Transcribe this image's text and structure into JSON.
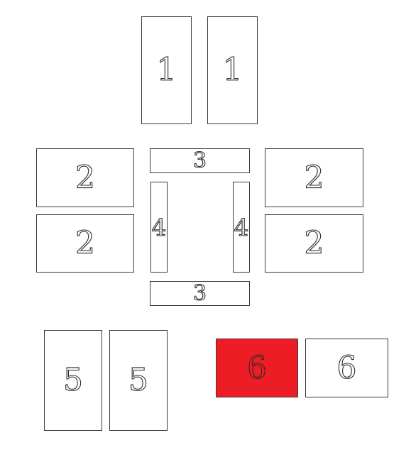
{
  "highlight_color": "#ee1c25",
  "pieces": [
    {
      "id": "1a",
      "label": "1",
      "highlighted": false
    },
    {
      "id": "1b",
      "label": "1",
      "highlighted": false
    },
    {
      "id": "2a",
      "label": "2",
      "highlighted": false
    },
    {
      "id": "2b",
      "label": "2",
      "highlighted": false
    },
    {
      "id": "2c",
      "label": "2",
      "highlighted": false
    },
    {
      "id": "2d",
      "label": "2",
      "highlighted": false
    },
    {
      "id": "3a",
      "label": "3",
      "highlighted": false
    },
    {
      "id": "3b",
      "label": "3",
      "highlighted": false
    },
    {
      "id": "4a",
      "label": "4",
      "highlighted": false
    },
    {
      "id": "4b",
      "label": "4",
      "highlighted": false
    },
    {
      "id": "5a",
      "label": "5",
      "highlighted": false
    },
    {
      "id": "5b",
      "label": "5",
      "highlighted": false
    },
    {
      "id": "6a",
      "label": "6",
      "highlighted": true
    },
    {
      "id": "6b",
      "label": "6",
      "highlighted": false
    }
  ]
}
